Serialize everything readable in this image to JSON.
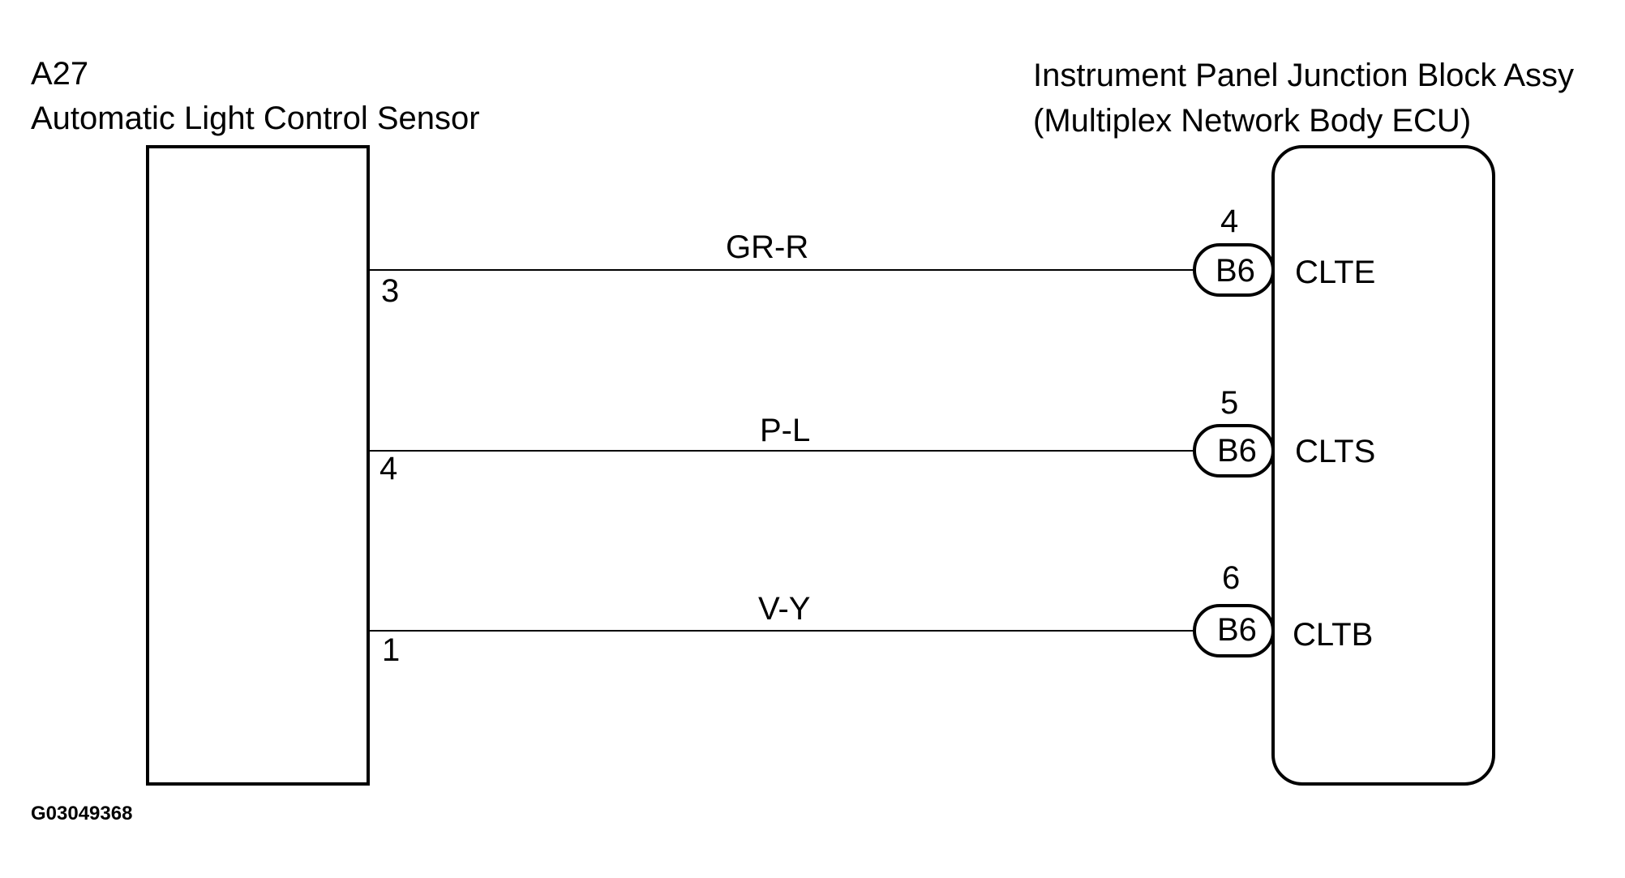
{
  "left_component": {
    "code": "A27",
    "name": "Automatic Light Control Sensor"
  },
  "right_component": {
    "line1": "Instrument Panel Junction Block Assy",
    "line2": "(Multiplex Network Body ECU)"
  },
  "wires": [
    {
      "color_code": "GR-R",
      "left_pin": "3",
      "right_pin": "4",
      "connector": "B6",
      "terminal": "CLTE"
    },
    {
      "color_code": "P-L",
      "left_pin": "4",
      "right_pin": "5",
      "connector": "B6",
      "terminal": "CLTS"
    },
    {
      "color_code": "V-Y",
      "left_pin": "1",
      "right_pin": "6",
      "connector": "B6",
      "terminal": "CLTB"
    }
  ],
  "figure_id": "G03049368"
}
